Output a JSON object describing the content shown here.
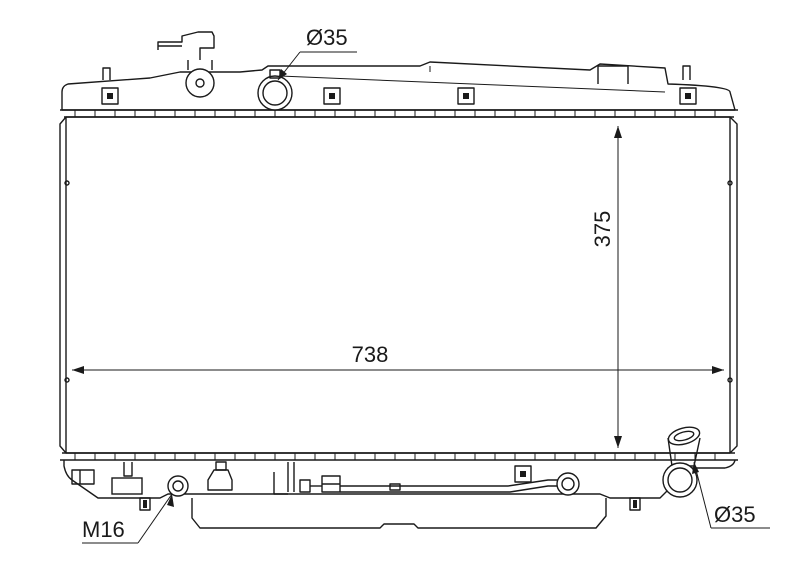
{
  "dimensions": {
    "width_label": "738",
    "height_label": "375",
    "inlet_label": "Ø35",
    "outlet_label": "Ø35",
    "drain_label": "M16"
  },
  "colors": {
    "line": "#1a1a1a",
    "background": "#ffffff"
  }
}
